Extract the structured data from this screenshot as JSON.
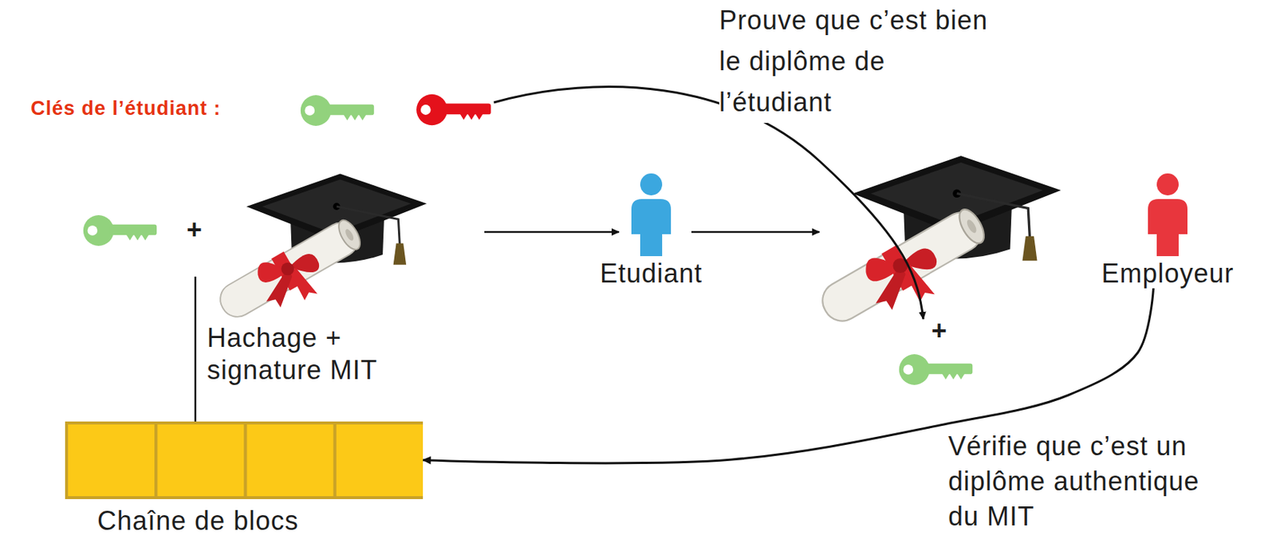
{
  "diagram": {
    "nodes": [
      {
        "text": [
          "Etudiant"
        ]
      },
      {
        "text": [
          "Employeur"
        ]
      },
      {
        "text": [
          "Chaîne de blocs"
        ]
      }
    ],
    "edges": [
      {
        "from": 1,
        "to": 2,
        "arrow": "to"
      }
    ],
    "labels": [
      "Clés de l’étudiant :",
      "Prouve que c’est bien le diplôme de l’étudiant",
      "+",
      "Hachage + signature MIT",
      "+",
      "Vérifie que c’est un diplôme authentique du MIT"
    ]
  }
}
